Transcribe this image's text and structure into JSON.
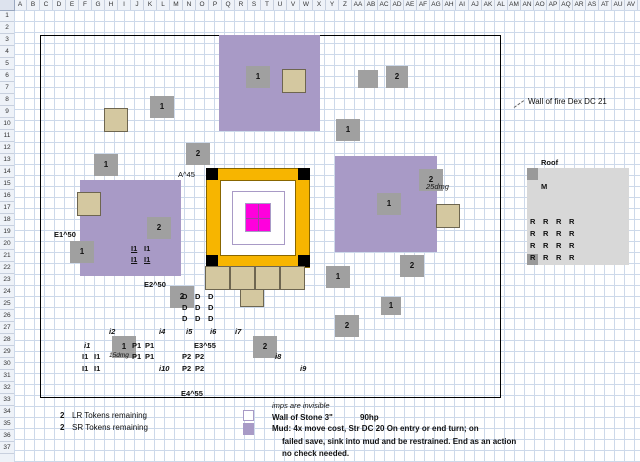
{
  "columns": [
    "A",
    "B",
    "C",
    "D",
    "E",
    "F",
    "G",
    "H",
    "I",
    "J",
    "K",
    "L",
    "M",
    "N",
    "O",
    "P",
    "Q",
    "R",
    "S",
    "T",
    "U",
    "V",
    "W",
    "X",
    "Y",
    "Z",
    "AA",
    "AB",
    "AC",
    "AD",
    "AE",
    "AF",
    "AG",
    "AH",
    "AI",
    "AJ",
    "AK",
    "AL",
    "AM",
    "AN",
    "AO",
    "AP",
    "AQ",
    "AR",
    "AS",
    "AT",
    "AU",
    "AV"
  ],
  "rows": [
    "1",
    "2",
    "3",
    "4",
    "5",
    "6",
    "7",
    "8",
    "9",
    "10",
    "11",
    "12",
    "13",
    "14",
    "15",
    "16",
    "17",
    "18",
    "19",
    "20",
    "21",
    "22",
    "23",
    "24",
    "25",
    "26",
    "27",
    "28",
    "29",
    "30",
    "31",
    "32",
    "33",
    "34",
    "35",
    "36",
    "37"
  ],
  "tokens": {
    "t1": "1",
    "t2": "2",
    "t3": "1",
    "t4": "",
    "t5": "2",
    "t6": "1",
    "t7": "2",
    "t8": "1",
    "t9": "2",
    "t10": "1",
    "t11": "1",
    "t12": "2",
    "t13": "2",
    "t14": "1",
    "t15": "1",
    "t16": "2",
    "t17": "2",
    "t18": "1"
  },
  "labels": {
    "e1": "E1^50",
    "e2": "E2^50",
    "e3": "E3^55",
    "e4": "E4^55",
    "a45": "A^45",
    "dmg25": "25dmg",
    "dmg15": "15dmg",
    "i1": "i1",
    "i2": "i2",
    "i4": "i4",
    "i5": "i5",
    "i6": "i6",
    "i7": "i7",
    "i8": "i8",
    "i9": "i9",
    "i10": "i10",
    "I1": "I1",
    "P1": "P1",
    "P2": "P2",
    "D": "D",
    "R": "R",
    "M": "M"
  },
  "wall_of_fire": "Wall of fire Dex DC 21",
  "roof_title": "Roof",
  "legend": {
    "lr_count": "2",
    "lr_text": "LR Tokens remaining",
    "sr_count": "2",
    "sr_text": "SR Tokens remaining",
    "imps": "imps are invisible",
    "wall_stone": "Wall of Stone 3\"",
    "wall_hp": "90hp",
    "mud_line1": "Mud: 4x move cost, Str DC 20 On entry or end turn; on",
    "mud_line2": "failed save, sink into mud and be restrained. End as an action",
    "mud_line3": "no check needed."
  },
  "colors": {
    "mud": "#a89ac6",
    "stone": "#d4c8a0",
    "token": "#a0a0a0",
    "wall": "#f7b500",
    "pit": "#ff00dd",
    "roof": "#d8d8d8"
  }
}
